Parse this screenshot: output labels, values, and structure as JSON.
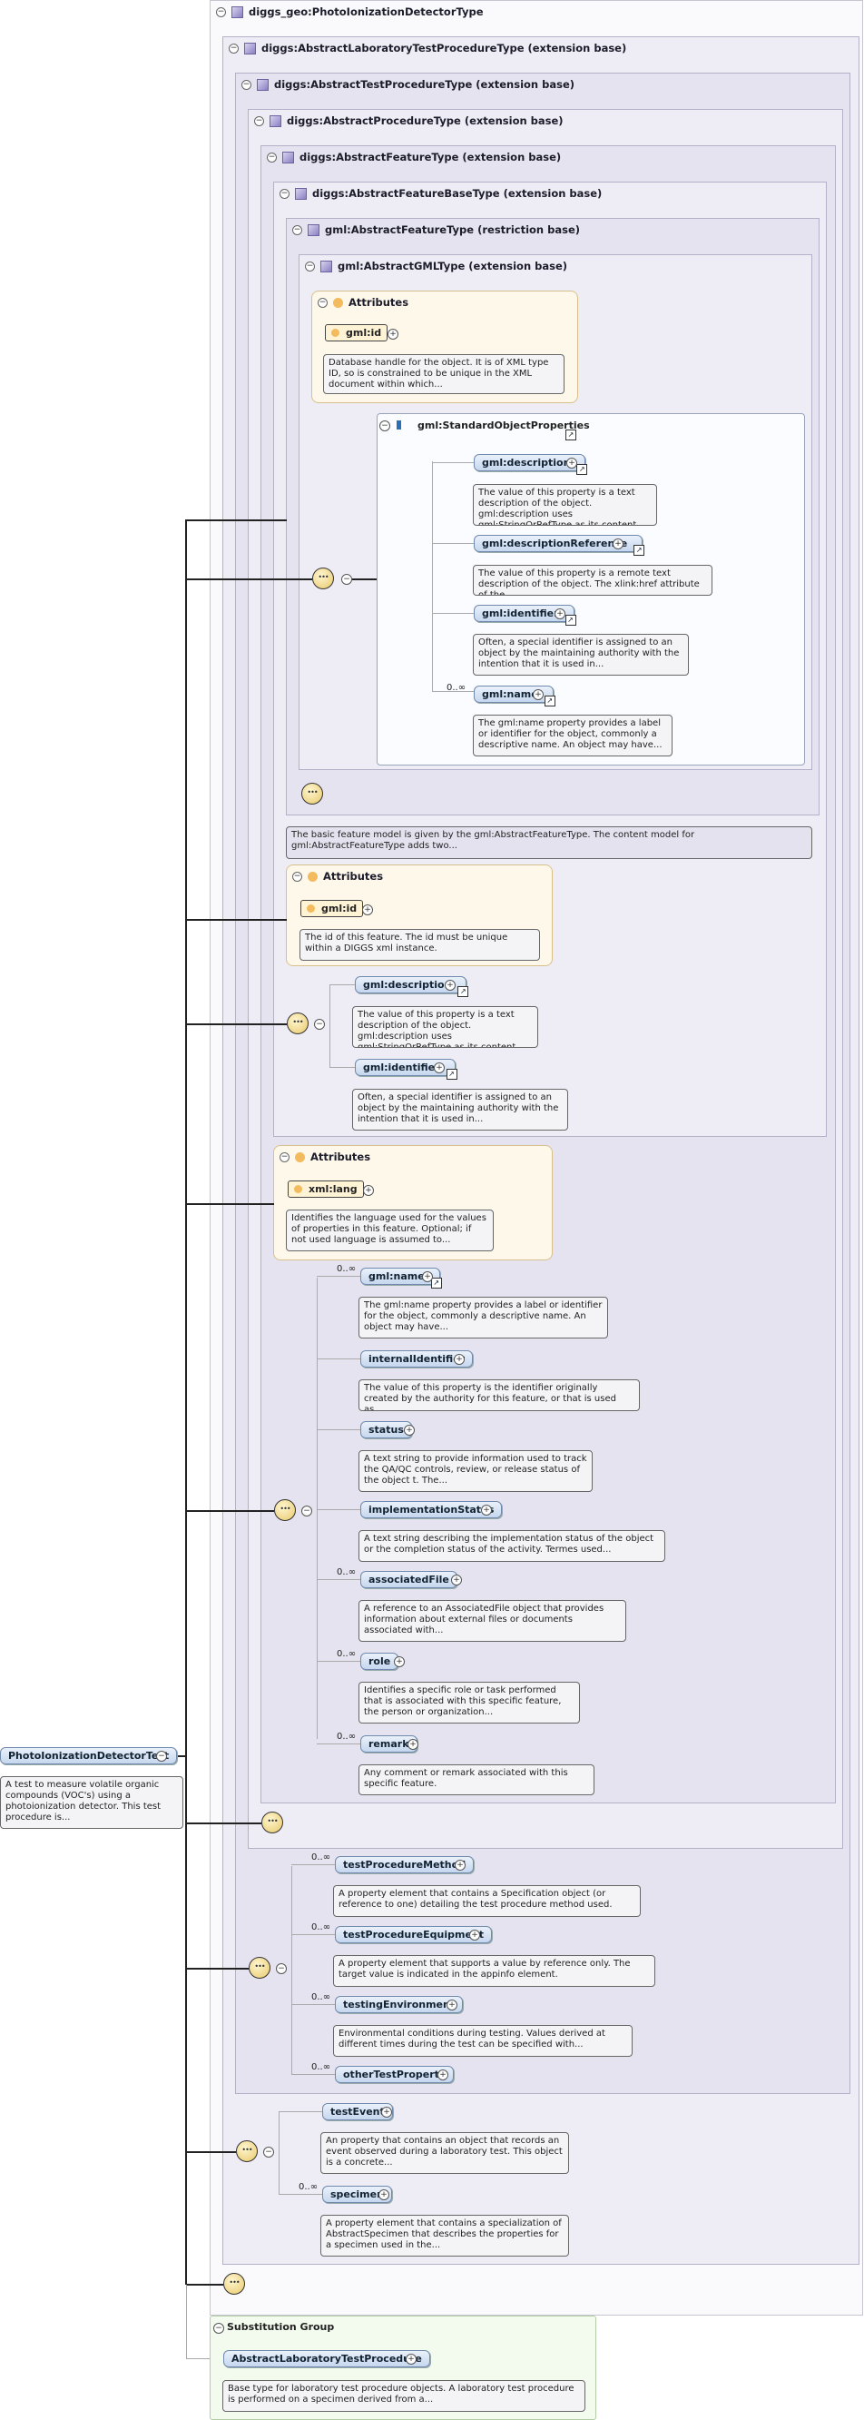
{
  "root_type": "diggs_geo:PhotoIonizationDetectorType",
  "bases": {
    "b1": "diggs:AbstractLaboratoryTestProcedureType (extension base)",
    "b2": "diggs:AbstractTestProcedureType (extension base)",
    "b3": "diggs:AbstractProcedureType (extension base)",
    "b4": "diggs:AbstractFeatureType (extension base)",
    "b5": "diggs:AbstractFeatureBaseType (extension base)",
    "b6": "gml:AbstractFeatureType (restriction base)",
    "b7": "gml:AbstractGMLType (extension base)"
  },
  "attributes_label": "Attributes",
  "gml_abstract": {
    "id_attr": "gml:id",
    "id_doc": "Database handle for the object. It is of XML type ID, so is constrained to be unique in the XML document within which...",
    "group_label": "gml:StandardObjectProperties",
    "items": [
      {
        "name": "gml:description",
        "doc": "The value of this property is a text description of the object. gml:description uses gml:StringOrRefType as its content..."
      },
      {
        "name": "gml:descriptionReference",
        "doc": "The value of this property is a remote text description of the object. The xlink:href attribute of the..."
      },
      {
        "name": "gml:identifier",
        "doc": "Often, a special identifier is assigned to an object by the maintaining authority with the intention that it is used in..."
      },
      {
        "name": "gml:name",
        "card": "0..∞",
        "doc": "The gml:name property provides a label or identifier for the object, commonly a descriptive name. An object may have..."
      }
    ]
  },
  "feature_annotation": "The basic feature model is given by the gml:AbstractFeatureType. The content model for gml:AbstractFeatureType adds two...",
  "feature_base": {
    "id_attr": "gml:id",
    "id_doc": "The id of this feature. The id must be unique within a DIGGS xml instance.",
    "items": [
      {
        "name": "gml:description",
        "doc": "The value of this property is a text description of the object. gml:description uses gml:StringOrRefType as its content..."
      },
      {
        "name": "gml:identifier",
        "doc": "Often, a special identifier is assigned to an object by the maintaining authority with the intention that it is used in..."
      }
    ]
  },
  "feature": {
    "lang_attr": "xml:lang",
    "lang_doc": "Identifies the language used for the values of properties in this feature. Optional; if not used language is assumed to...",
    "items": [
      {
        "name": "gml:name",
        "card": "0..∞",
        "doc": "The gml:name property provides a label or identifier for the object, commonly a descriptive name. An object may have..."
      },
      {
        "name": "internalIdentifier",
        "card": "",
        "doc": "The value of this property is the identifier originally created by the authority for this feature, or that is used as..."
      },
      {
        "name": "status",
        "card": "",
        "doc": "A text string to provide information used to track the QA/QC controls, review, or release status of the object t. The..."
      },
      {
        "name": "implementationStatus",
        "card": "",
        "doc": "A text string describing the implementation status of the object or the completion status of the activity. Termes used..."
      },
      {
        "name": "associatedFile",
        "card": "0..∞",
        "doc": "A reference to an AssociatedFile object that provides information about external files or documents associated with..."
      },
      {
        "name": "role",
        "card": "0..∞",
        "doc": "Identifies a specific role or task performed that is associated with this specific feature, the person or organization..."
      },
      {
        "name": "remark",
        "card": "0..∞",
        "doc": "Any comment or remark associated with this specific feature."
      }
    ]
  },
  "test_procedure": {
    "items": [
      {
        "name": "testProcedureMethod",
        "card": "0..∞",
        "doc": "A property element that contains a Specification object (or reference to one) detailing the test procedure method used."
      },
      {
        "name": "testProcedureEquipment",
        "card": "0..∞",
        "doc": "A property element that supports a value by reference only. The target value is indicated in the appinfo element."
      },
      {
        "name": "testingEnvironment",
        "card": "0..∞",
        "doc": "Environmental conditions during testing. Values derived at different times during the test can be specified with..."
      },
      {
        "name": "otherTestProperty",
        "card": "0..∞",
        "doc": ""
      }
    ]
  },
  "lab_procedure": {
    "items": [
      {
        "name": "testEvent",
        "card": "",
        "doc": "An property that contains an object that records an event observed during a laboratory test. This object is a concrete..."
      },
      {
        "name": "specimen",
        "card": "0..∞",
        "doc": "A property element that contains a specialization of AbstractSpecimen that describes the properties for a specimen used in the..."
      }
    ]
  },
  "root_element": {
    "name": "PhotoIonizationDetectorTest",
    "doc": "A test to measure volatile organic compounds (VOC's) using a photoionization detector. This test procedure is..."
  },
  "substitution": {
    "label": "Substitution Group",
    "name": "AbstractLaboratoryTestProcedure",
    "doc": "Base type for laboratory test procedure objects. A laboratory test procedure is performed on a specimen derived from a..."
  }
}
